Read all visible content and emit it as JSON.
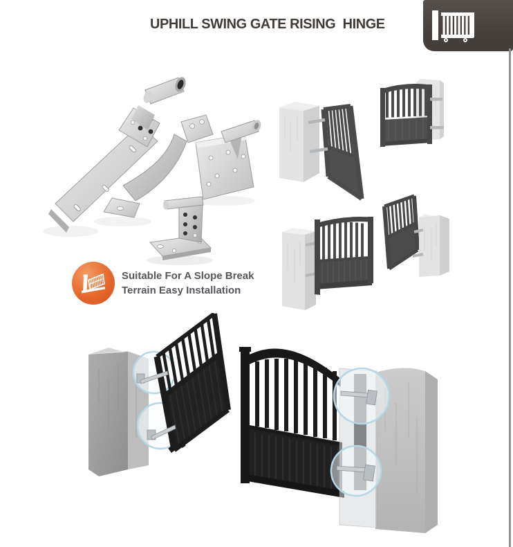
{
  "header": {
    "title": "UPHILL SWING GATE RISING  HINGE",
    "title_color": "#413b38"
  },
  "badge": {
    "icon": "sliding-gate-icon",
    "bg_color": "#4a4441",
    "icon_color": "#ffffff"
  },
  "feature": {
    "icon": "slope-gate-icon",
    "icon_bg_color": "#e4682c",
    "line1": "Suitable For A Slope Break",
    "line2": "Terrain Easy Installation",
    "text_color": "#54565a"
  },
  "figures": {
    "hinge_set_photo": {
      "name": "galvanized-rising-hinge-set",
      "parts": [
        "long-strap-hinge-with-barrel",
        "curved-strap-hinge",
        "wall-plate-with-pin",
        "pedestal-pin-bracket"
      ]
    },
    "top_illustration": {
      "name": "gate-on-pillar-open-and-closed"
    },
    "middle_illustration": {
      "name": "double-swing-gate-rising-open"
    },
    "bottom_illustration": {
      "name": "hinge-mounting-detail-with-callouts",
      "callout_color": "#b7d6e6"
    }
  },
  "colors": {
    "gate_dark": "#1c1c1c",
    "gate_gray": "#4a4a4a",
    "concrete_light": "#e3e3e3",
    "concrete_mid": "#9b9b9b",
    "steel": "#c9cdd0",
    "page_border": "#909090"
  }
}
